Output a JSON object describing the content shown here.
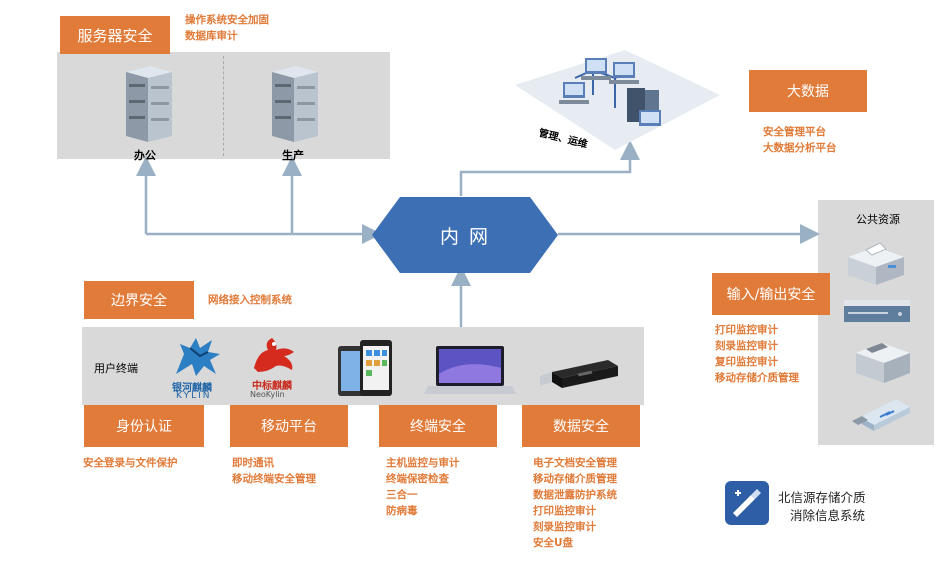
{
  "server_security": {
    "title": "服务器安全",
    "items": [
      "操作系统安全加固",
      "数据库审计"
    ],
    "office_label": "办公",
    "production_label": "生产"
  },
  "management": {
    "label": "管理、运维"
  },
  "big_data": {
    "title": "大数据",
    "items": [
      "安全管理平台",
      "大数据分析平台"
    ]
  },
  "intranet": {
    "label": "内 网"
  },
  "public_resources": {
    "label": "公共资源"
  },
  "io_security": {
    "title": "输入/输出安全",
    "items": [
      "打印监控审计",
      "刻录监控审计",
      "复印监控审计",
      "移动存储介质管理"
    ]
  },
  "boundary_security": {
    "title": "边界安全",
    "item": "网络接入控制系统"
  },
  "user_terminal": {
    "label": "用户终端"
  },
  "identity_auth": {
    "title": "身份认证",
    "items": [
      "安全登录与文件保护"
    ]
  },
  "mobile_platform": {
    "title": "移动平台",
    "items": [
      "即时通讯",
      "移动终端安全管理"
    ]
  },
  "terminal_security": {
    "title": "终端安全",
    "items": [
      "主机监控与审计",
      "终端保密检查",
      "三合一",
      "防病毒"
    ]
  },
  "data_security": {
    "title": "数据安全",
    "items": [
      "电子文档安全管理",
      "移动存储介质管理",
      "数据泄露防护系统",
      "打印监控审计",
      "刻录监控审计",
      "安全U盘"
    ]
  },
  "logos": {
    "kylin_cn": "银河麒麟",
    "kylin_en": "KYLIN",
    "neokylin_cn": "中标麒麟",
    "neokylin_en": "NeoKylin"
  },
  "bxy": {
    "line1": "北信源存储介质",
    "line2": "消除信息系统"
  },
  "colors": {
    "orange": "#e07b39",
    "gray": "#d9d9d9",
    "arrow": "#9ab0c4",
    "hexagon": "#3d6fb5"
  }
}
